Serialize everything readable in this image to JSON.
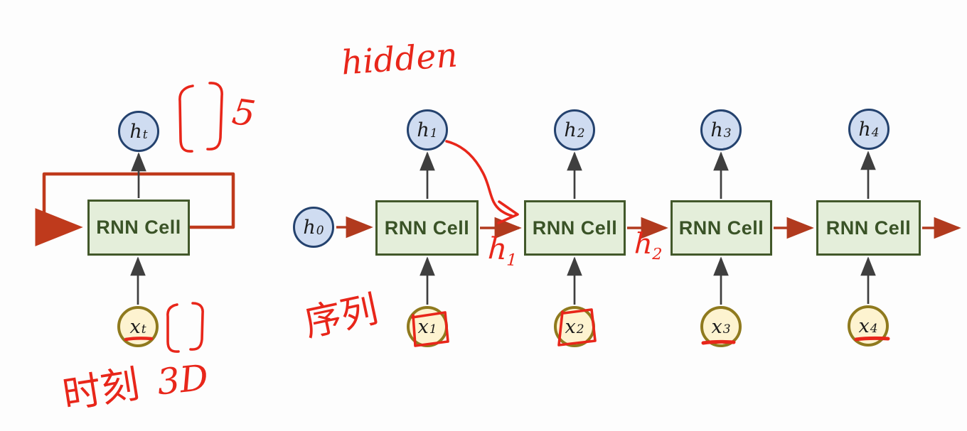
{
  "title": "RNN Cell unrolled sequence diagram",
  "cell_label": "RNN Cell",
  "colors": {
    "hidden_node_fill": "#cfdcf1",
    "hidden_node_border": "#24426e",
    "input_node_fill": "#fdf3d0",
    "input_node_border": "#8f7a1e",
    "cell_fill": "#e4eeda",
    "cell_border": "#42582a",
    "cell_text": "#3a5327",
    "arrow_dark": "#3f3f3f",
    "arrow_recurrent": "#b13a1e",
    "annotation_red": "#e8261a"
  },
  "nodes": {
    "h_t": {
      "base": "h",
      "sub": "t"
    },
    "x_t": {
      "base": "x",
      "sub": "t"
    },
    "h_0": {
      "base": "h",
      "sub": "0"
    },
    "h_1": {
      "base": "h",
      "sub": "1"
    },
    "h_2": {
      "base": "h",
      "sub": "2"
    },
    "h_3": {
      "base": "h",
      "sub": "3"
    },
    "h_4": {
      "base": "h",
      "sub": "4"
    },
    "x_1": {
      "base": "x",
      "sub": "1"
    },
    "x_2": {
      "base": "x",
      "sub": "2"
    },
    "x_3": {
      "base": "x",
      "sub": "3"
    },
    "x_4": {
      "base": "x",
      "sub": "4"
    }
  },
  "annotations": {
    "hidden": "hidden",
    "hidden_size": "5",
    "bracket_left": "[",
    "bracket_right": "]",
    "input_dims": "3D",
    "timestep": "时刻",
    "sequence": "序列",
    "h1_hw": {
      "base": "h",
      "sub": "1"
    },
    "h2_hw": {
      "base": "h",
      "sub": "2"
    }
  }
}
